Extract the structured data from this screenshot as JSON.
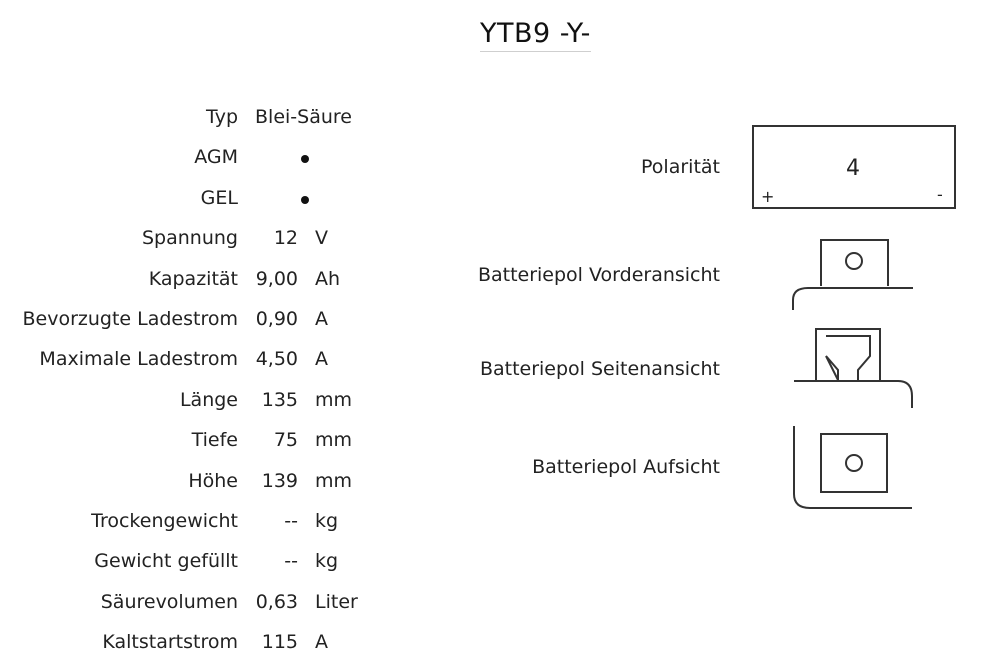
{
  "title": "YTB9 -Y-",
  "specs": {
    "typ": {
      "label": "Typ",
      "value": "Blei-Säure"
    },
    "agm": {
      "label": "AGM"
    },
    "gel": {
      "label": "GEL"
    },
    "spannung": {
      "label": "Spannung",
      "value": "12",
      "unit": "V"
    },
    "kapazitaet": {
      "label": "Kapazität",
      "value": "9,00",
      "unit": "Ah"
    },
    "bev_ladestrom": {
      "label": "Bevorzugte Ladestrom",
      "value": "0,90",
      "unit": "A"
    },
    "max_ladestrom": {
      "label": "Maximale Ladestrom",
      "value": "4,50",
      "unit": "A"
    },
    "laenge": {
      "label": "Länge",
      "value": "135",
      "unit": "mm"
    },
    "tiefe": {
      "label": "Tiefe",
      "value": "75",
      "unit": "mm"
    },
    "hoehe": {
      "label": "Höhe",
      "value": "139",
      "unit": "mm"
    },
    "trockengewicht": {
      "label": "Trockengewicht",
      "value": "--",
      "unit": "kg"
    },
    "gewicht_gefuellt": {
      "label": "Gewicht gefüllt",
      "value": "--",
      "unit": "kg"
    },
    "saeurevolumen": {
      "label": "Säurevolumen",
      "value": "0,63",
      "unit": "Liter"
    },
    "kaltstartstrom": {
      "label": "Kaltstartstrom",
      "value": "115",
      "unit": "A"
    }
  },
  "right": {
    "polaritaet": {
      "label": "Polarität",
      "number": "4",
      "plus": "+",
      "minus": "-"
    },
    "vorderansicht": {
      "label": "Batteriepol Vorderansicht"
    },
    "seitenansicht": {
      "label": "Batteriepol Seitenansicht"
    },
    "aufsicht": {
      "label": "Batteriepol Aufsicht"
    }
  }
}
